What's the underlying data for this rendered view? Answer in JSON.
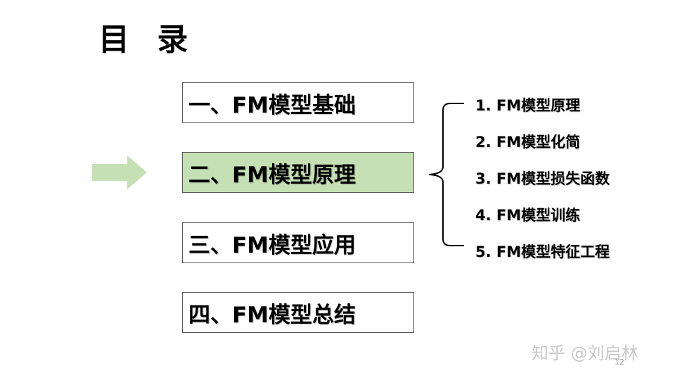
{
  "title": "目 录",
  "sections": [
    {
      "label": "一、FM模型基础",
      "active": false
    },
    {
      "label": "二、FM模型原理",
      "active": true
    },
    {
      "label": "三、FM模型应用",
      "active": false
    },
    {
      "label": "四、FM模型总结",
      "active": false
    }
  ],
  "subitems": [
    "1. FM模型原理",
    "2. FM模型化简",
    "3. FM模型损失函数",
    "4. FM模型训练",
    "5. FM模型特征工程"
  ],
  "watermark": "知乎 @刘启林",
  "page_number": "12",
  "colors": {
    "active_fill": "#c5e0b4",
    "arrow": "#c5e0b4",
    "border": "#595959"
  },
  "icons": {
    "pointer": "arrow-right-icon",
    "group": "left-brace-icon"
  }
}
